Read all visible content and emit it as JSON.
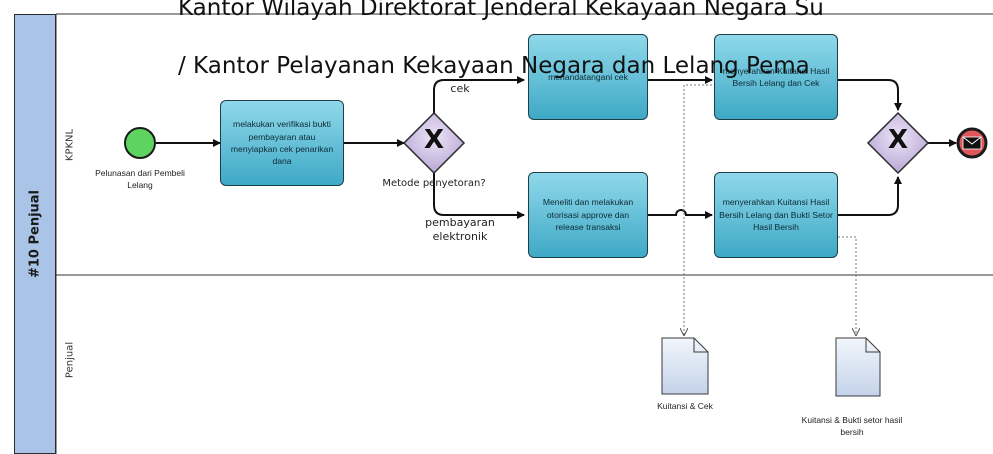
{
  "title_line_1": "Kantor Wilayah Direktorat Jenderal Kekayaan Negara Su",
  "title_line_2": "/ Kantor Pelayanan Kekayaan Negara dan Lelang Pema",
  "pool": {
    "label": "#10 Penjual"
  },
  "lanes": [
    {
      "label": "KPKNL"
    },
    {
      "label": "Penjual"
    }
  ],
  "start_event": {
    "label": "Pelunasan dari Pembeli Lelang"
  },
  "tasks": {
    "verify": "melakukan verifikasi bukti pembayaran atau menyiapkan cek penarikan dana",
    "sign_cek": "menandatangani cek",
    "hand_over_kuitansi_cek": "menyerahkan Kuitansi Hasil Bersih Lelang dan Cek",
    "authorize": "Meneliti dan melakukan otorisasi approve dan release transaksi",
    "hand_over_bukti": "menyerahkan Kuitansi Hasil Bersih Lelang dan Bukti Setor Hasil Bersih"
  },
  "gateway": {
    "label": "Metode penyetoran?",
    "symbol": "X"
  },
  "flows": {
    "cek": "cek",
    "elektronik": "pembayaran elektronik"
  },
  "documents": {
    "kuitansi_cek": "Kuitansi & Cek",
    "kuitansi_bukti": "Kuitansi & Bukti setor hasil bersih"
  },
  "colors": {
    "pool_fill": "#a9c4e6",
    "task_fill": "#3fa9c6",
    "gateway_fill": "#d5c8e8",
    "start_fill": "#5fd35f",
    "end_fill": "#e0565b"
  }
}
